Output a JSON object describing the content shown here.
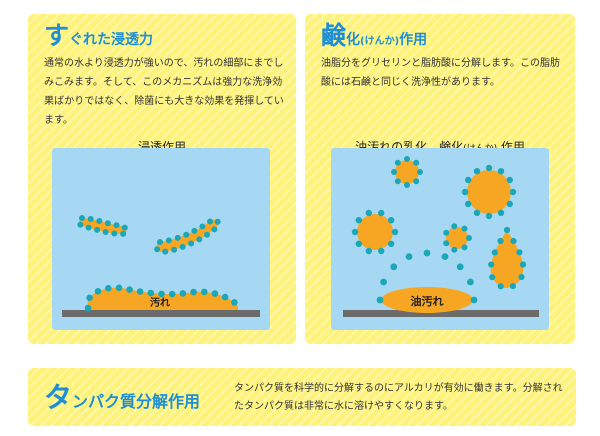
{
  "colors": {
    "panel_bg": "#fdf27a",
    "title_blue": "#1e8ed6",
    "water": "#a7d8f3",
    "oil": "#f6a623",
    "dot": "#1aa7b8",
    "floor": "#6b6b6b"
  },
  "penetration": {
    "title_big": "す",
    "title_rest": "ぐれた浸透力",
    "description": "通常の水より浸透力が強いので、汚れの細部にまでしみこみます。そして、このメカニズムは強力な洗浄効果ばかりではなく、除菌にも大きな効果を発揮しています。",
    "figure_label": "浸透作用",
    "stain_label": "汚れ"
  },
  "saponification": {
    "title_big": "鹸",
    "title_rest": "化",
    "title_reading": "(けんか)",
    "title_tail": "作用",
    "description": "油脂分をグリセリンと脂肪酸に分解します。この脂肪酸には石鹸と同じく洗浄性があります。",
    "figure_label_main": "油汚れの乳化、鹸化",
    "figure_label_reading": "(けんか)",
    "figure_label_tail": " 作用",
    "stain_label": "油汚れ"
  },
  "protein": {
    "title_big": "タ",
    "title_rest": "ンパク質分解作用",
    "description": "タンパク質を科学的に分解するのにアルカリが有効に働きます。分解されたタンパク質は非常に水に溶けやすくなります。"
  }
}
